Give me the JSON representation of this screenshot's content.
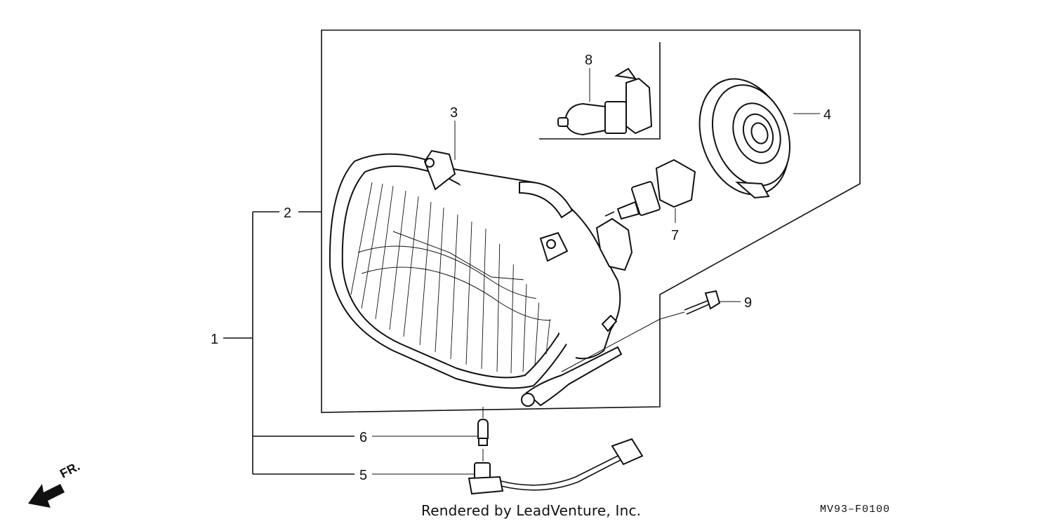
{
  "callouts": {
    "c1": "1",
    "c2": "2",
    "c3": "3",
    "c4": "4",
    "c5": "5",
    "c6": "6",
    "c7": "7",
    "c8": "8",
    "c9": "9"
  },
  "direction_label": "FR.",
  "footer_credit": "Rendered by LeadVenture, Inc.",
  "drawing_code": "MV93–F0100",
  "icons": {
    "direction": "front-direction-arrow-icon"
  }
}
